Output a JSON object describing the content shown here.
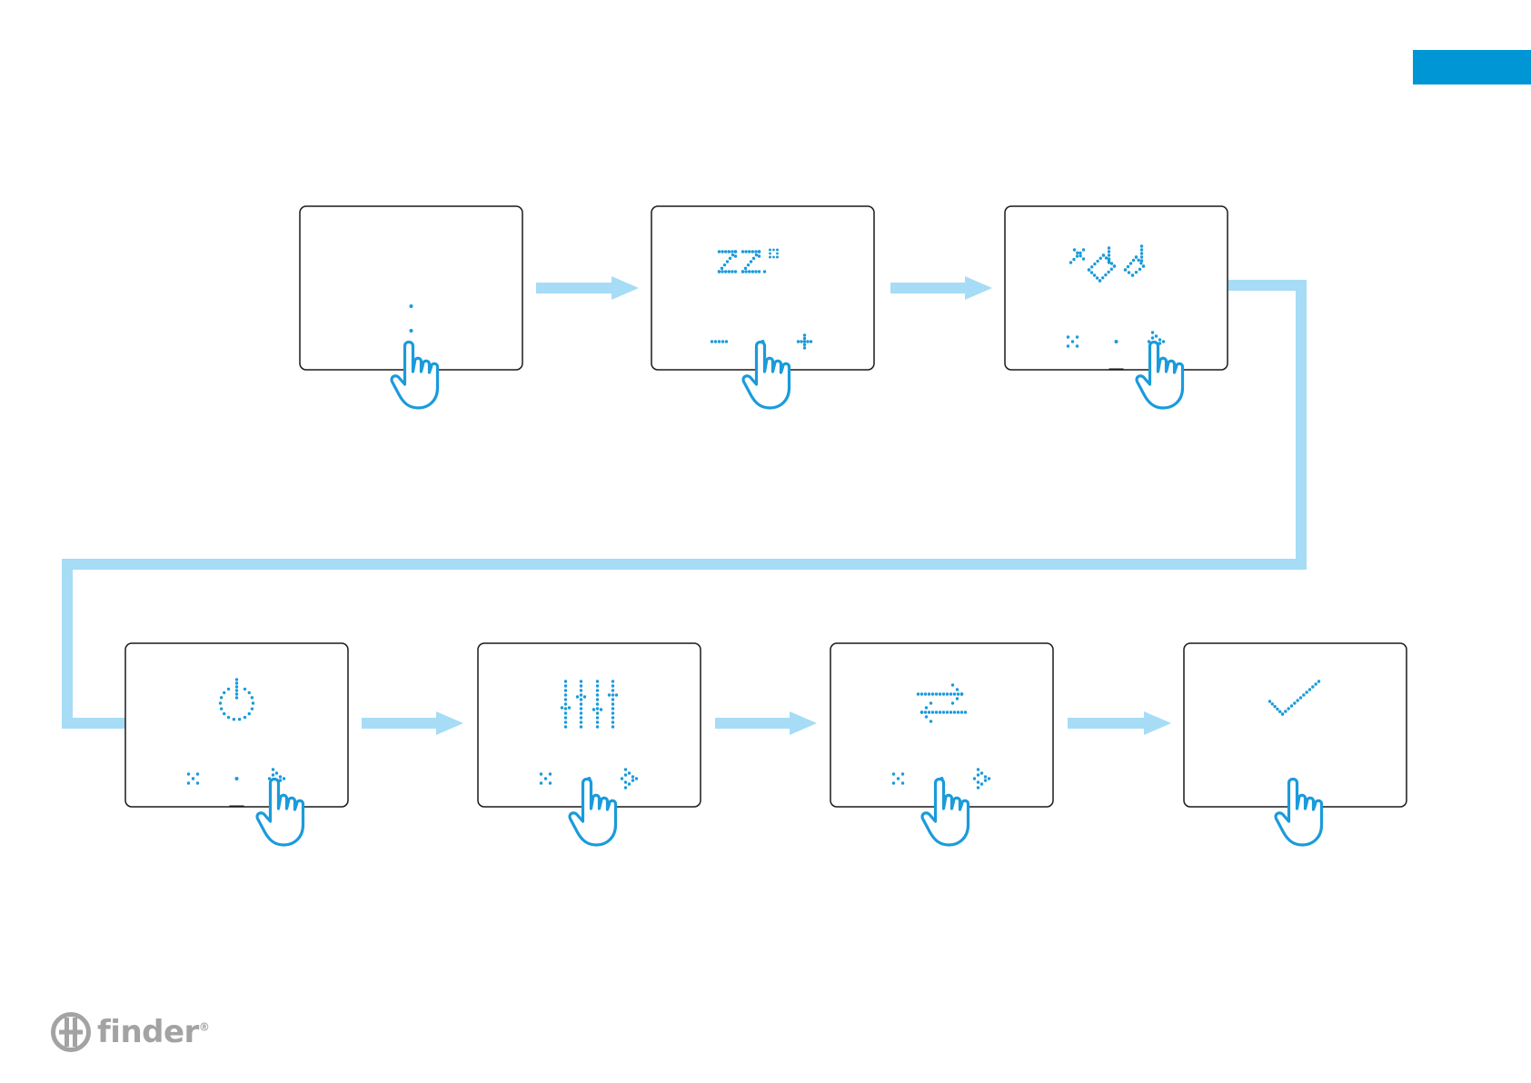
{
  "page": {
    "tab_color": "#0096D6"
  },
  "colors": {
    "accent": "#1A9BDB",
    "flow_line": "#A6DCF5",
    "frame": "#1a1a1a",
    "logo": "#A3A3A3"
  },
  "brand": {
    "name": "finder",
    "mark": "®"
  },
  "steps": [
    {
      "id": "standby",
      "screen": "single-dot",
      "nav": [
        "dot"
      ],
      "tap": "center"
    },
    {
      "id": "temperature",
      "screen": "temperature-22",
      "reading": "22",
      "nav": [
        "minus",
        "dot",
        "plus"
      ],
      "tap": "center"
    },
    {
      "id": "settings",
      "screen": "settings-tools-icon",
      "nav": [
        "close",
        "dot",
        "next"
      ],
      "tap": "next"
    },
    {
      "id": "power",
      "screen": "power-icon",
      "nav": [
        "close",
        "dot",
        "next"
      ],
      "tap": "next"
    },
    {
      "id": "sliders",
      "screen": "sliders-icon",
      "nav": [
        "close",
        "dot",
        "next"
      ],
      "tap": "center"
    },
    {
      "id": "swap",
      "screen": "swap-arrows-icon",
      "nav": [
        "close",
        "dot",
        "next"
      ],
      "tap": "center"
    },
    {
      "id": "confirm",
      "screen": "checkmark-icon",
      "nav": [],
      "tap": "center"
    }
  ]
}
